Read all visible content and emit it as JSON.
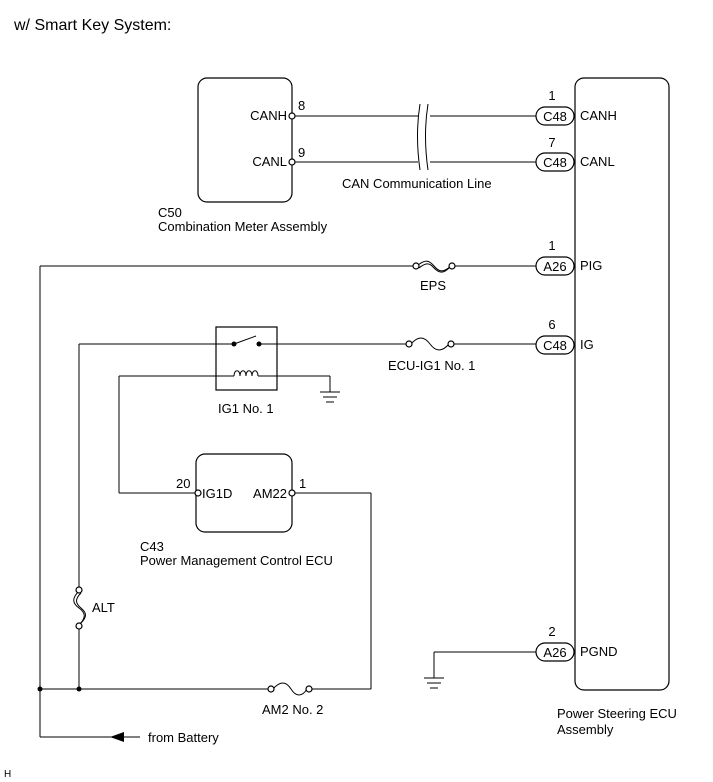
{
  "title": "w/ Smart Key System:",
  "footer_code": "H",
  "meter": {
    "connector": "C50",
    "name": "Combination Meter Assembly",
    "pins": [
      {
        "number": "8",
        "label": "CANH"
      },
      {
        "number": "9",
        "label": "CANL"
      }
    ]
  },
  "can_line_label": "CAN Communication Line",
  "ecu": {
    "name_line1": "Power Steering ECU",
    "name_line2": "Assembly",
    "pins": [
      {
        "number": "1",
        "connector": "C48",
        "label": "CANH"
      },
      {
        "number": "7",
        "connector": "C48",
        "label": "CANL"
      },
      {
        "number": "1",
        "connector": "A26",
        "label": "PIG"
      },
      {
        "number": "6",
        "connector": "C48",
        "label": "IG"
      },
      {
        "number": "2",
        "connector": "A26",
        "label": "PGND"
      }
    ]
  },
  "fuses": {
    "eps": "EPS",
    "ecu_ig1": "ECU-IG1 No. 1",
    "alt": "ALT",
    "am2": "AM2 No. 2"
  },
  "relay": {
    "name": "IG1 No. 1"
  },
  "pm_ecu": {
    "connector": "C43",
    "name": "Power Management Control ECU",
    "pins": [
      {
        "number": "20",
        "label": "IG1D"
      },
      {
        "number": "1",
        "label": "AM22"
      }
    ]
  },
  "battery_label": "from Battery"
}
